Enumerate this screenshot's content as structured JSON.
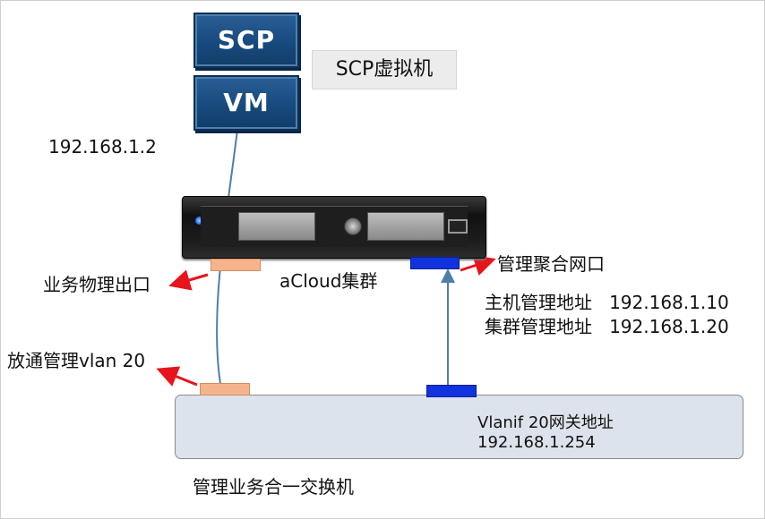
{
  "vm_top_label": "SCP",
  "vm_bottom_label": "VM",
  "scp_vm_label": "SCP虚拟机",
  "vm_ip": "192.168.1.2",
  "cluster_label": "aCloud集群",
  "biz_port_label": "业务物理出口",
  "mgmt_bond_label": "管理聚合网口",
  "host_mgmt": "主机管理地址   192.168.1.10",
  "cluster_mgmt": "集群管理地址   192.168.1.20",
  "allow_vlan": "放通管理vlan 20",
  "vlanif_label": "Vlanif 20网关地址",
  "gateway_ip": "192.168.1.254",
  "switch_label": "管理业务合一交换机",
  "colors": {
    "vm_blue": "#1b4f86",
    "arrow_red": "#e8141c",
    "link_line": "#4f7ea8",
    "port_orange": "#f5b48c",
    "port_blue": "#1133dd",
    "switch_fill": "#dde3ec"
  }
}
